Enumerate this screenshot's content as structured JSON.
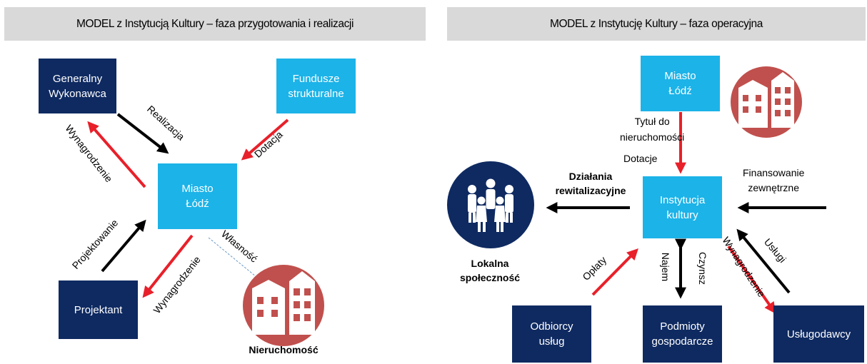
{
  "left": {
    "title": "MODEL z Instytucją Kultury – faza przygotowania i realizacji",
    "nodes": {
      "generalny": "Generalny\nWykonawca",
      "fundusze": "Fundusze\nstrukturalne",
      "miasto": "Miasto\nŁódź",
      "projektant": "Projektant",
      "nieruchomosc": "Nieruchomość"
    },
    "edges": {
      "realizacja": "Realizacja",
      "wynagrodzenie_gw": "Wynagrodzenie",
      "dotacja": "Dotacja",
      "projektowanie": "Projektowanie",
      "wynagrodzenie_proj": "Wynagrodzenie",
      "wlasnosc": "Własność"
    }
  },
  "right": {
    "title": "MODEL z Instytucję Kultury – faza operacyjna",
    "nodes": {
      "miasto": "Miasto\nŁódź",
      "instytucja": "Instytucja\nkultury",
      "lokalna": "Lokalna\nspołeczność",
      "odbiorcy": "Odbiorcy\nusług",
      "podmioty": "Podmioty\ngospodarcze",
      "uslugodawcy": "Usługodawcy"
    },
    "edges": {
      "tytul": "Tytuł do\nnieruchomości",
      "dotacje": "Dotacje",
      "dzialania": "Działania\nrewitalizacyjne",
      "finansowanie": "Finansowanie\nzewnętrzne",
      "oplaty": "Opłaty",
      "najem": "Najem",
      "czynsz": "Czynsz",
      "wynagrodzenie": "Wynagrodzenie",
      "uslugi": "Usługi"
    }
  },
  "colors": {
    "dark_box": "#0f2a61",
    "light_box": "#1cb3e8",
    "header": "#d9d9d9",
    "red_arrow": "#e8202a",
    "black_arrow": "#000000",
    "building_circle": "#c0504d",
    "people_circle": "#0f2a61"
  },
  "icons": [
    "building-icon",
    "people-icon"
  ]
}
